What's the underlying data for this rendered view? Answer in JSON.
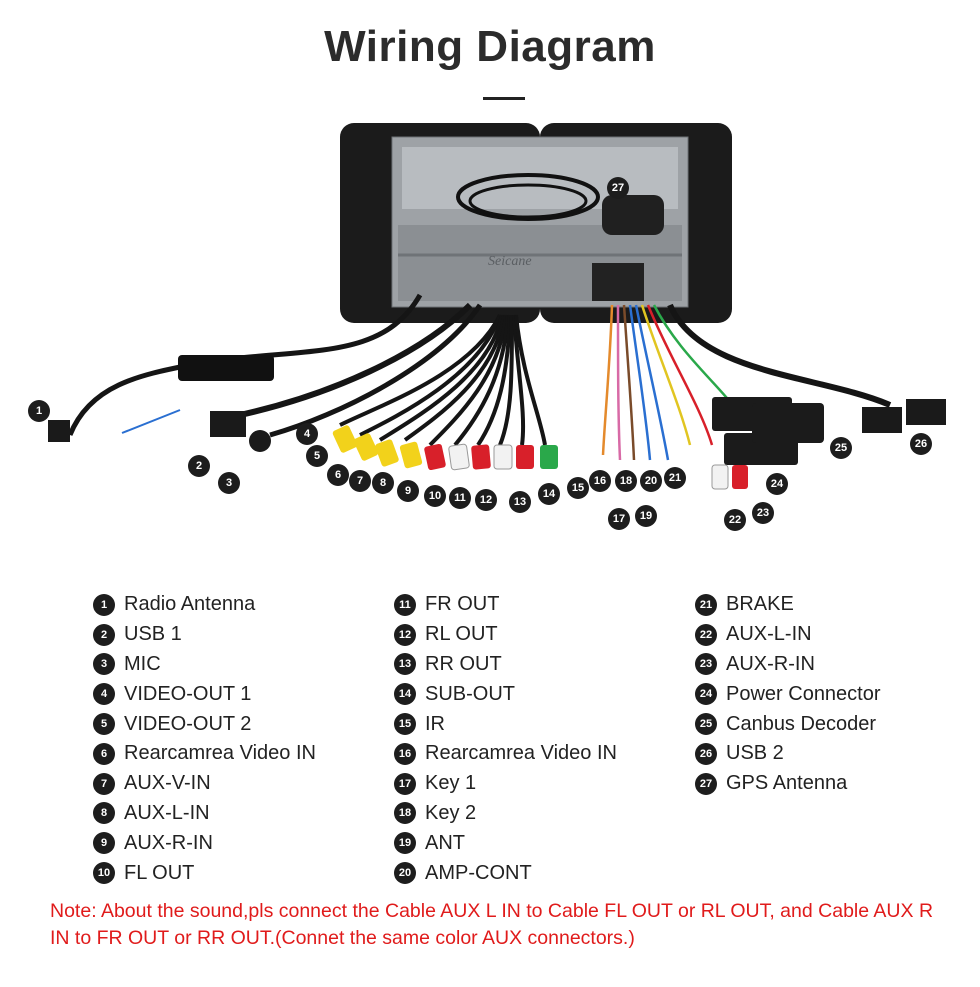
{
  "title": "Wiring Diagram",
  "brand_watermark": "Seicane",
  "callouts": [
    "1",
    "2",
    "3",
    "4",
    "5",
    "6",
    "7",
    "8",
    "9",
    "10",
    "11",
    "12",
    "13",
    "14",
    "15",
    "16",
    "17",
    "18",
    "19",
    "20",
    "21",
    "22",
    "23",
    "24",
    "25",
    "26",
    "27"
  ],
  "legend": {
    "col1": [
      {
        "num": "1",
        "label": "Radio Antenna"
      },
      {
        "num": "2",
        "label": "USB 1"
      },
      {
        "num": "3",
        "label": "MIC"
      },
      {
        "num": "4",
        "label": "VIDEO-OUT 1"
      },
      {
        "num": "5",
        "label": "VIDEO-OUT 2"
      },
      {
        "num": "6",
        "label": "Rearcamrea Video IN"
      },
      {
        "num": "7",
        "label": "AUX-V-IN"
      },
      {
        "num": "8",
        "label": "AUX-L-IN"
      },
      {
        "num": "9",
        "label": "AUX-R-IN"
      },
      {
        "num": "10",
        "label": "FL OUT"
      }
    ],
    "col2": [
      {
        "num": "11",
        "label": "FR OUT"
      },
      {
        "num": "12",
        "label": "RL OUT"
      },
      {
        "num": "13",
        "label": "RR OUT"
      },
      {
        "num": "14",
        "label": "SUB-OUT"
      },
      {
        "num": "15",
        "label": "IR"
      },
      {
        "num": "16",
        "label": "Rearcamrea Video IN"
      },
      {
        "num": "17",
        "label": "Key 1"
      },
      {
        "num": "18",
        "label": "Key 2"
      },
      {
        "num": "19",
        "label": "ANT"
      },
      {
        "num": "20",
        "label": "AMP-CONT"
      }
    ],
    "col3": [
      {
        "num": "21",
        "label": "BRAKE"
      },
      {
        "num": "22",
        "label": "AUX-L-IN"
      },
      {
        "num": "23",
        "label": "AUX-R-IN"
      },
      {
        "num": "24",
        "label": "Power Connector"
      },
      {
        "num": "25",
        "label": "Canbus Decoder"
      },
      {
        "num": "26",
        "label": "USB 2"
      },
      {
        "num": "27",
        "label": "GPS Antenna"
      }
    ]
  },
  "note": "Note: About the sound,pls connect the Cable AUX L IN to Cable FL OUT or RL OUT, and Cable AUX R IN to FR OUT or RR OUT.(Connet the same color AUX connectors.)",
  "colors": {
    "note_text": "#e01b1b",
    "callout_bg": "#1d1d1d",
    "rca_yellow": "#f2d21b",
    "rca_red": "#d8202a",
    "rca_white": "#f2f2f2",
    "rca_green": "#2aa84a"
  }
}
